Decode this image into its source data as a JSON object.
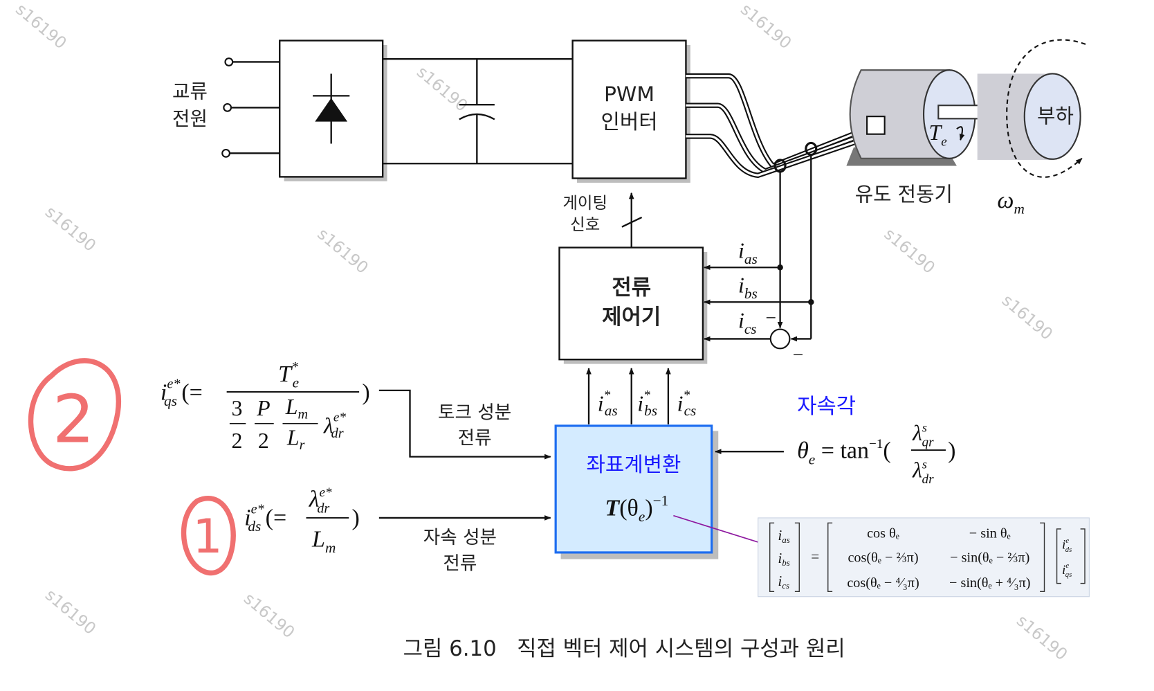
{
  "source_label": [
    "교류",
    "전원"
  ],
  "inverter_label": [
    "PWM",
    "인버터"
  ],
  "motor_label": "유도 전동기",
  "load_label": "부하",
  "torque_symbol": {
    "base": "T",
    "sub": "e"
  },
  "speed_symbol": {
    "base": "ω",
    "sub": "m"
  },
  "gating_label": [
    "게이팅",
    "신호"
  ],
  "controller_label": [
    "전류",
    "제어기"
  ],
  "feedback": [
    {
      "base": "i",
      "sub": "as"
    },
    {
      "base": "i",
      "sub": "bs"
    },
    {
      "base": "i",
      "sub": "cs"
    }
  ],
  "signs": {
    "minus": "−"
  },
  "references": [
    {
      "base": "i",
      "sup": "*",
      "sub": "as"
    },
    {
      "base": "i",
      "sup": "*",
      "sub": "bs"
    },
    {
      "base": "i",
      "sup": "*",
      "sub": "cs"
    }
  ],
  "transform": {
    "title": "좌표계변환",
    "T": "T",
    "open": "(θ",
    "sub": "e",
    "close": ")",
    "sup": "−1"
  },
  "flux_angle": {
    "label": "자속각",
    "lhs": "θ",
    "lhs_sub": "e",
    "eq": " = tan",
    "sup": "−1",
    "open": "(",
    "close": ")",
    "num": "λ",
    "num_sup": "s",
    "num_sub": "qr",
    "den": "λ",
    "den_sup": "s",
    "den_sub": "dr"
  },
  "iqs_eq": {
    "lhs": "i",
    "lhs_sup": "e*",
    "lhs_sub": "qs",
    "open": "(=",
    "close": ")",
    "num": "T",
    "num_sup": "*",
    "num_sub": "e",
    "f1n": "3",
    "f1d": "2",
    "f2n": "P",
    "f2d": "2",
    "f3n": "L",
    "f3n_sub": "m",
    "f3d": "L",
    "f3d_sub": "r",
    "lam": "λ",
    "lam_sup": "e*",
    "lam_sub": "dr"
  },
  "ids_eq": {
    "lhs": "i",
    "lhs_sup": "e*",
    "lhs_sub": "ds",
    "open": "(=",
    "close": ")",
    "num": "λ",
    "num_sup": "e*",
    "num_sub": "dr",
    "den": "L",
    "den_sub": "m"
  },
  "torque_current_label": [
    "토크 성분",
    "전류"
  ],
  "flux_current_label": [
    "자속 성분",
    "전류"
  ],
  "matrix": {
    "lhs": [
      {
        "b": "i",
        "s": "as"
      },
      {
        "b": "i",
        "s": "bs"
      },
      {
        "b": "i",
        "s": "cs"
      }
    ],
    "eq": "=",
    "rows": [
      [
        "cos θₑ",
        "− sin θₑ"
      ],
      [
        "cos(θₑ − ⅔π)",
        "− sin(θₑ − ⅔π)"
      ],
      [
        "cos(θₑ − ⁴⁄₃π)",
        "− sin(θₑ + ⁴⁄₃π)"
      ]
    ],
    "rhs": [
      {
        "b": "i",
        "sup": "e",
        "s": "ds"
      },
      {
        "b": "i",
        "sup": "e",
        "s": "qs"
      }
    ]
  },
  "annotations": [
    "2",
    "1"
  ],
  "caption": "그림 6.10   직접 벡터 제어 시스템의 구성과 원리",
  "watermark": "s16190",
  "colors": {
    "transform_fill": "#d4ebff",
    "transform_stroke": "#1c6cf0",
    "blue_text": "#1a1aff",
    "annotation": "#f07070",
    "pointer": "#8e1aa0"
  }
}
